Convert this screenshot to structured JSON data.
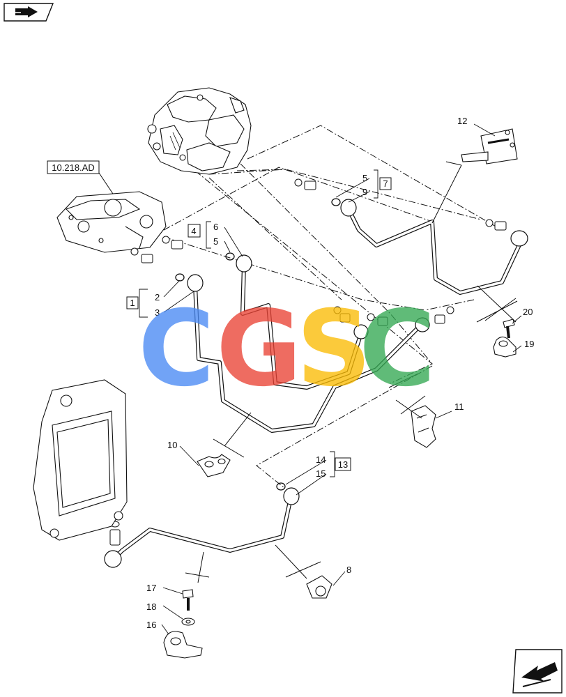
{
  "reference_box": "10.218.AD",
  "callouts": {
    "c1": "1",
    "c2": "2",
    "c3": "3",
    "c4": "4",
    "c5a": "5",
    "c5b": "5",
    "c6": "6",
    "c7": "7",
    "c8": "8",
    "c9": "9",
    "c10": "10",
    "c11": "11",
    "c12": "12",
    "c13": "13",
    "c14": "14",
    "c15": "15",
    "c16": "16",
    "c17": "17",
    "c18": "18",
    "c19": "19",
    "c20": "20"
  },
  "watermark": {
    "letters": [
      "C",
      "G",
      "S",
      "C"
    ],
    "colors": [
      "#4a8af4",
      "#ea4335",
      "#fbbc05",
      "#34a853"
    ]
  },
  "icons": {
    "top_left": "next-page-arrow-icon",
    "bottom_right": "previous-page-arrow-icon"
  },
  "colors": {
    "line": "#111111",
    "background": "#ffffff"
  }
}
